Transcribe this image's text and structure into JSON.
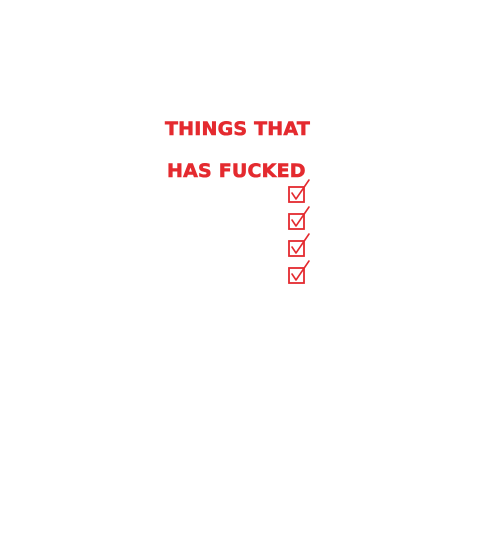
{
  "design": {
    "lines": [
      "THINGS THAT",
      "HAS FUCKED"
    ],
    "checkbox_count": 4,
    "colors": {
      "text": "#e42a2f",
      "check": "#e42a2f",
      "background": "#ffffff"
    },
    "icons": [
      "checked-box-icon"
    ]
  }
}
